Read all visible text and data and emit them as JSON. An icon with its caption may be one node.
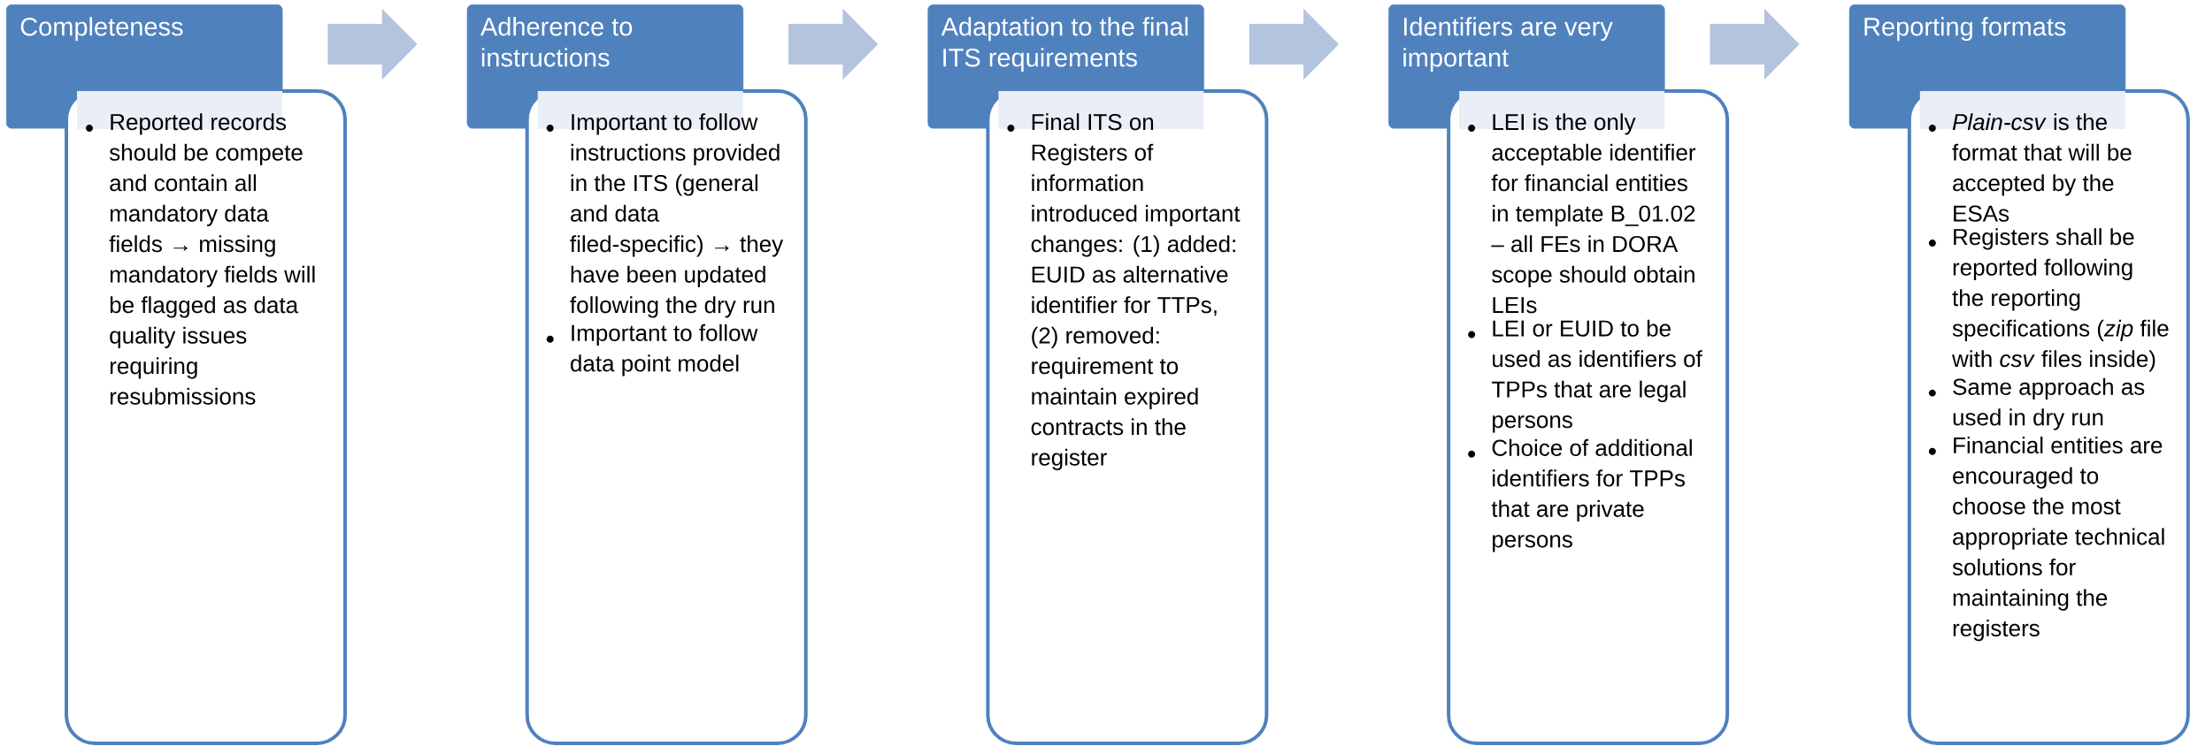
{
  "diagram": {
    "nodes": [
      {
        "text": [
          "Completeness"
        ]
      },
      {
        "text": [
          "Reported records should be compete and contain all mandatory data fields → missing mandatory fields will be flagged as data quality issues requiring resubmissions"
        ]
      },
      {
        "text": [
          "Adherence to instructions"
        ]
      },
      {
        "text": [
          "Important to follow instructions provided in the ITS (general and data filed-specific) → they have been updated following the dry run",
          "Important to follow data point model"
        ]
      },
      {
        "text": [
          "Adaptation to the final ITS requirements"
        ]
      },
      {
        "text": [
          "Final ITS on Registers of information introduced important changes: (1) added: EUID as alternative identifier for TTPs, (2) removed: requirement to maintain expired contracts in the register"
        ]
      },
      {
        "text": [
          "Identifiers are very important"
        ]
      },
      {
        "text": [
          "LEI is the only acceptable identifier for financial entities in template B_01.02 – all FEs in DORA scope should obtain LEIs",
          "LEI or EUID to be used as identifiers of TPPs that are legal persons",
          "Choice of additional identifiers for TPPs that are private persons"
        ]
      },
      {
        "text": [
          "Reporting formats"
        ]
      },
      {
        "text": [
          "*Plain-csv* is the format that will be accepted by the ESAs",
          "Registers shall be reported following the reporting specifications (*zip* file with *csv* files inside)",
          "Same approach as used in dry run",
          "Financial entities are encouraged to choose the most appropriate technical solutions for maintaining the registers"
        ]
      }
    ],
    "edges": [
      {
        "from": 0,
        "to": 2,
        "arrow": "to"
      },
      {
        "from": 2,
        "to": 4,
        "arrow": "to"
      },
      {
        "from": 4,
        "to": 6,
        "arrow": "to"
      },
      {
        "from": 6,
        "to": 8,
        "arrow": "to"
      }
    ]
  }
}
